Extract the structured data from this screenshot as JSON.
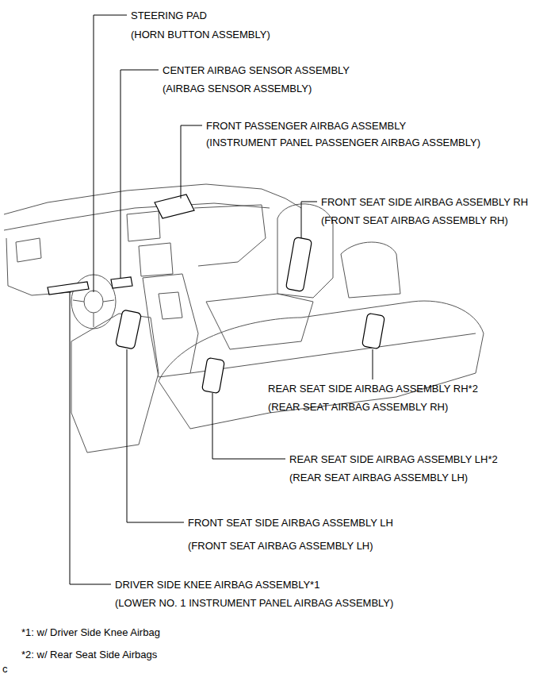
{
  "diagram": {
    "labels": [
      "STEERING PAD",
      "(HORN BUTTON ASSEMBLY)",
      "CENTER AIRBAG SENSOR ASSEMBLY",
      "(AIRBAG SENSOR ASSEMBLY)",
      "FRONT PASSENGER AIRBAG ASSEMBLY",
      "(INSTRUMENT PANEL PASSENGER AIRBAG ASSEMBLY)",
      "FRONT SEAT SIDE AIRBAG ASSEMBLY RH",
      "(FRONT SEAT AIRBAG ASSEMBLY RH)",
      "REAR SEAT SIDE AIRBAG ASSEMBLY RH*2",
      "(REAR SEAT AIRBAG ASSEMBLY RH)",
      "REAR SEAT SIDE AIRBAG ASSEMBLY LH*2",
      "(REAR SEAT AIRBAG ASSEMBLY LH)",
      "FRONT SEAT SIDE AIRBAG ASSEMBLY LH",
      "(FRONT SEAT AIRBAG ASSEMBLY LH)",
      "DRIVER SIDE KNEE AIRBAG ASSEMBLY*1",
      "(LOWER NO. 1 INSTRUMENT PANEL AIRBAG ASSEMBLY)",
      "*1: w/ Driver Side Knee Airbag",
      "*2: w/ Rear Seat Side Airbags",
      "c"
    ]
  }
}
